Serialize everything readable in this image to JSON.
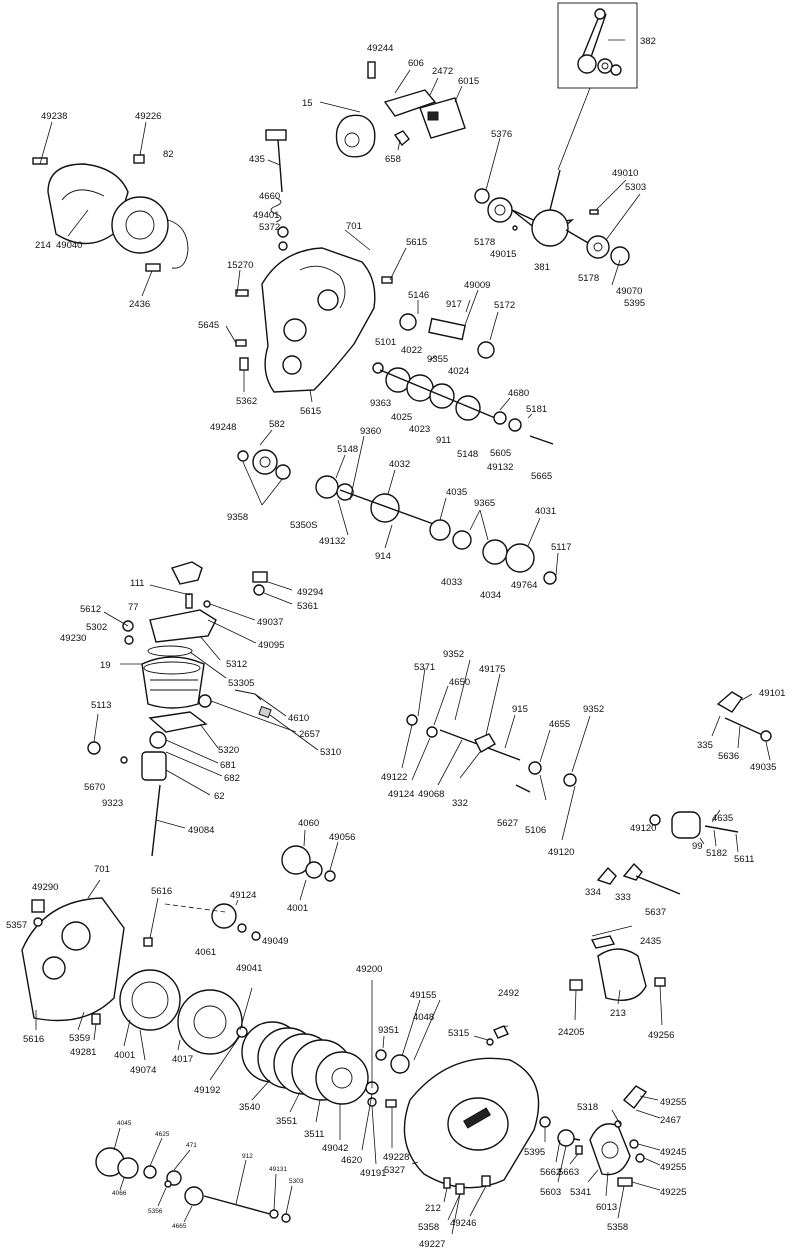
{
  "labels": {
    "l382": "382",
    "l49244": "49244",
    "l606": "606",
    "l2472": "2472",
    "l6015": "6015",
    "l15": "15",
    "l658": "658",
    "l5376": "5376",
    "l49010": "49010",
    "l5303": "5303",
    "l5178a": "5178",
    "l49015": "49015",
    "l381": "381",
    "l5178b": "5178",
    "l49070": "49070",
    "l5395a": "5395",
    "l49238": "49238",
    "l49226": "49226",
    "l82": "82",
    "l214": "214",
    "l49040": "49040",
    "l2436": "2436",
    "l435": "435",
    "l4660": "4660",
    "l49401": "49401",
    "l5372": "5372",
    "l701a": "701",
    "l5615a": "5615",
    "l15270": "15270",
    "l5645": "5645",
    "l5362": "5362",
    "l49248": "49248",
    "l5615b": "5615",
    "l582": "582",
    "l9358": "9358",
    "l49009": "49009",
    "l5146": "5146",
    "l917": "917",
    "l5172": "5172",
    "l5101": "5101",
    "l4022": "4022",
    "l9355": "9355",
    "l4024": "4024",
    "l9363": "9363",
    "l4025": "4025",
    "l4023": "4023",
    "l911": "911",
    "l4680": "4680",
    "l5181": "5181",
    "l5148a": "5148",
    "l5605": "5605",
    "l49132a": "49132",
    "l5665": "5665",
    "l9360": "9360",
    "l5148b": "5148",
    "l4032": "4032",
    "l5350s": "5350S",
    "l49132b": "49132",
    "l914": "914",
    "l4035": "4035",
    "l9365": "9365",
    "l4031": "4031",
    "l5117": "5117",
    "l4033": "4033",
    "l4034": "4034",
    "l49764": "49764",
    "l111": "111",
    "l49294": "49294",
    "l5361": "5361",
    "l5612": "5612",
    "l77": "77",
    "l49037": "49037",
    "l5302": "5302",
    "l49230": "49230",
    "l49095": "49095",
    "l5312": "5312",
    "l19": "19",
    "l53305": "53305",
    "l4610": "4610",
    "l2657": "2657",
    "l5310": "5310",
    "l5113": "5113",
    "l5320": "5320",
    "l681": "681",
    "l682": "682",
    "l5670": "5670",
    "l9323": "9323",
    "l62": "62",
    "l49084": "49084",
    "l9352a": "9352",
    "l5371": "5371",
    "l4650": "4650",
    "l49175": "49175",
    "l915": "915",
    "l4655": "4655",
    "l9352b": "9352",
    "l49122": "49122",
    "l49124a": "49124",
    "l49068": "49068",
    "l332": "332",
    "l5627": "5627",
    "l5106": "5106",
    "l49120a": "49120",
    "l49101": "49101",
    "l335": "335",
    "l5636": "5636",
    "l49035": "49035",
    "l4635": "4635",
    "l49120b": "49120",
    "l99": "99",
    "l5182": "5182",
    "l5611": "5611",
    "l334": "334",
    "l333": "333",
    "l5637": "5637",
    "l4060": "4060",
    "l49056": "49056",
    "l4001a": "4001",
    "l701b": "701",
    "l49290": "49290",
    "l5357": "5357",
    "l5616a": "5616",
    "l49124b": "49124",
    "l49049": "49049",
    "l4061": "4061",
    "l2435": "2435",
    "l49041": "49041",
    "l49200": "49200",
    "l49155": "49155",
    "l2492": "2492",
    "l213": "213",
    "l24205": "24205",
    "l49256": "49256",
    "l5616b": "5616",
    "l5359": "5359",
    "l49281": "49281",
    "l4001b": "4001",
    "l49074": "49074",
    "l4017": "4017",
    "l49192": "49192",
    "l9351": "9351",
    "l4048": "4048",
    "l5315": "5315",
    "l3540": "3540",
    "l3551": "3551",
    "l3511": "3511",
    "l49042": "49042",
    "l4620": "4620",
    "l49191": "49191",
    "l49228": "49228",
    "l49255a": "49255",
    "l5318": "5318",
    "l2467": "2467",
    "l49245": "49245",
    "l49255b": "49255",
    "l49225": "49225",
    "l5395b": "5395",
    "l5662": "5662",
    "l5663": "5663",
    "l5603": "5603",
    "l5341": "5341",
    "l6013": "6013",
    "l5358a": "5358",
    "l5327": "5327",
    "l212": "212",
    "l5358b": "5358",
    "l49246": "49246",
    "l49227": "49227",
    "l4045": "4045",
    "l4625": "4625",
    "l471": "471",
    "l912": "912",
    "l49131": "49131",
    "l5303b": "5303",
    "l4066": "4066",
    "l5356": "5356",
    "l4665": "4665"
  }
}
